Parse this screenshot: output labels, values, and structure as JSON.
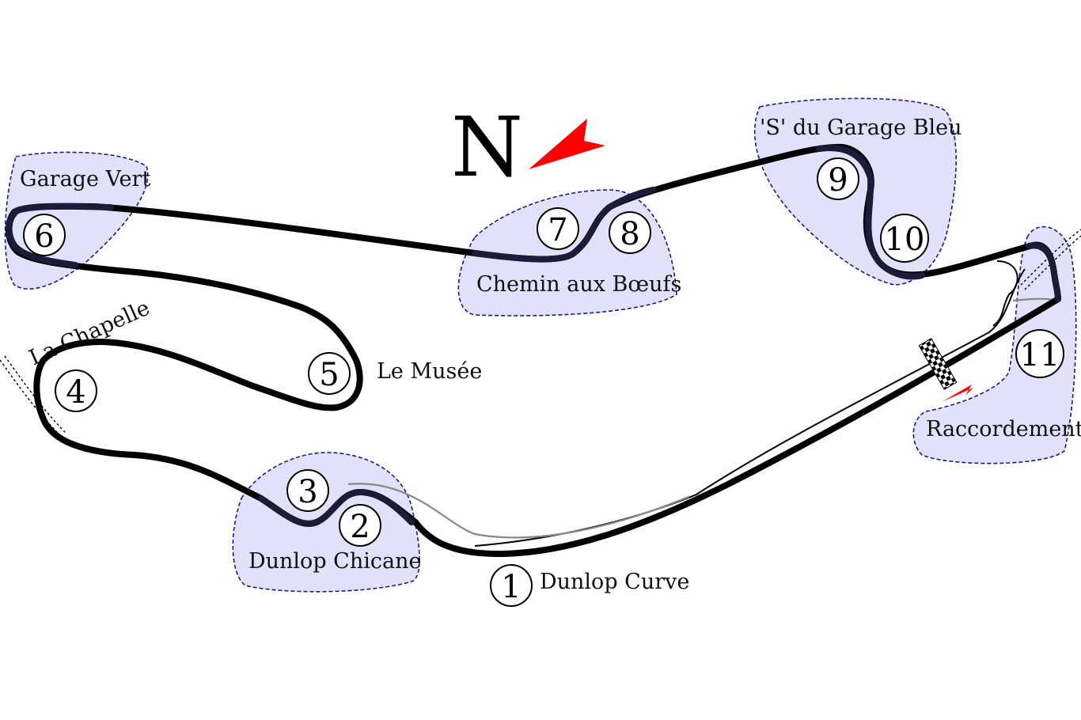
{
  "map": {
    "north_label": "N",
    "colors": {
      "track": "#000000",
      "zone_fill": "#dcdcf8",
      "zone_border": "#1a1a8c",
      "arrow": "#ff0000"
    },
    "corners": [
      {
        "number": "1",
        "name": "Dunlop Curve"
      },
      {
        "number": "2",
        "name": ""
      },
      {
        "number": "3",
        "name": ""
      },
      {
        "number": "4",
        "name": ""
      },
      {
        "number": "5",
        "name": "Le Musée"
      },
      {
        "number": "6",
        "name": ""
      },
      {
        "number": "7",
        "name": ""
      },
      {
        "number": "8",
        "name": ""
      },
      {
        "number": "9",
        "name": ""
      },
      {
        "number": "10",
        "name": ""
      },
      {
        "number": "11",
        "name": ""
      }
    ],
    "sections": {
      "garage_vert": "Garage Vert",
      "la_chapelle": "La Chapelle",
      "chemin": "Chemin aux Bœufs",
      "garage_bleu": "'S' du Garage Bleu",
      "raccordement": "Raccordement",
      "dunlop_chicane": "Dunlop Chicane"
    },
    "icons": [
      "north-arrow-icon",
      "start-finish-flag-icon",
      "direction-arrow-icon"
    ]
  }
}
